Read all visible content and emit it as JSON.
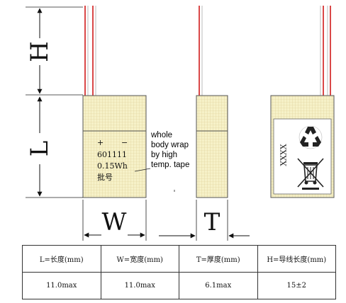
{
  "dimension_letters": {
    "L": "L",
    "H": "H",
    "W": "W",
    "T": "T"
  },
  "front_marking": {
    "polarity_plus": "+",
    "polarity_minus": "−",
    "model": "601111",
    "capacity": "0.15Wh",
    "batch": "批号"
  },
  "note": {
    "line1": "whole",
    "line2": "body wrap",
    "line3": "by  high",
    "line4": "temp. tape"
  },
  "back_label": {
    "text": "XXXX"
  },
  "spec_table": {
    "headers": [
      "L=长度(mm)",
      "W=宽度(mm)",
      "T=厚度(mm)",
      "H=导线长度(mm)"
    ],
    "values": [
      "11.0max",
      "11.0max",
      "6.1max",
      "15±2"
    ]
  },
  "colors": {
    "cell_fill": "#f6f1c8",
    "cell_grid": "#ddd2a0",
    "wire_red": "#d11a1a",
    "outline": "#555555"
  }
}
